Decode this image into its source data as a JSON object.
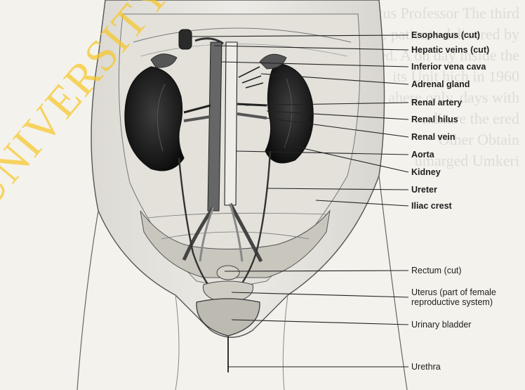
{
  "figure": {
    "labels": {
      "esophagus": "Esophagus (cut)",
      "hepatic_veins": "Hepatic veins (cut)",
      "inferior_vena_cava": "Inferior vena cava",
      "adrenal_gland": "Adrenal gland",
      "renal_artery": "Renal artery",
      "renal_hilus": "Renal hilus",
      "renal_vein": "Renal vein",
      "aorta": "Aorta",
      "kidney": "Kidney",
      "ureter": "Ureter",
      "iliac_crest": "Iliac crest",
      "rectum": "Rectum (cut)",
      "uterus_line1": "Uterus (part of female",
      "uterus_line2": "reproductive system)",
      "urinary_bladder": "Urinary bladder",
      "urethra": "Urethra"
    }
  },
  "watermark": {
    "text": "UNIVERSITY OF IBADAN",
    "color": "#f6c628"
  }
}
